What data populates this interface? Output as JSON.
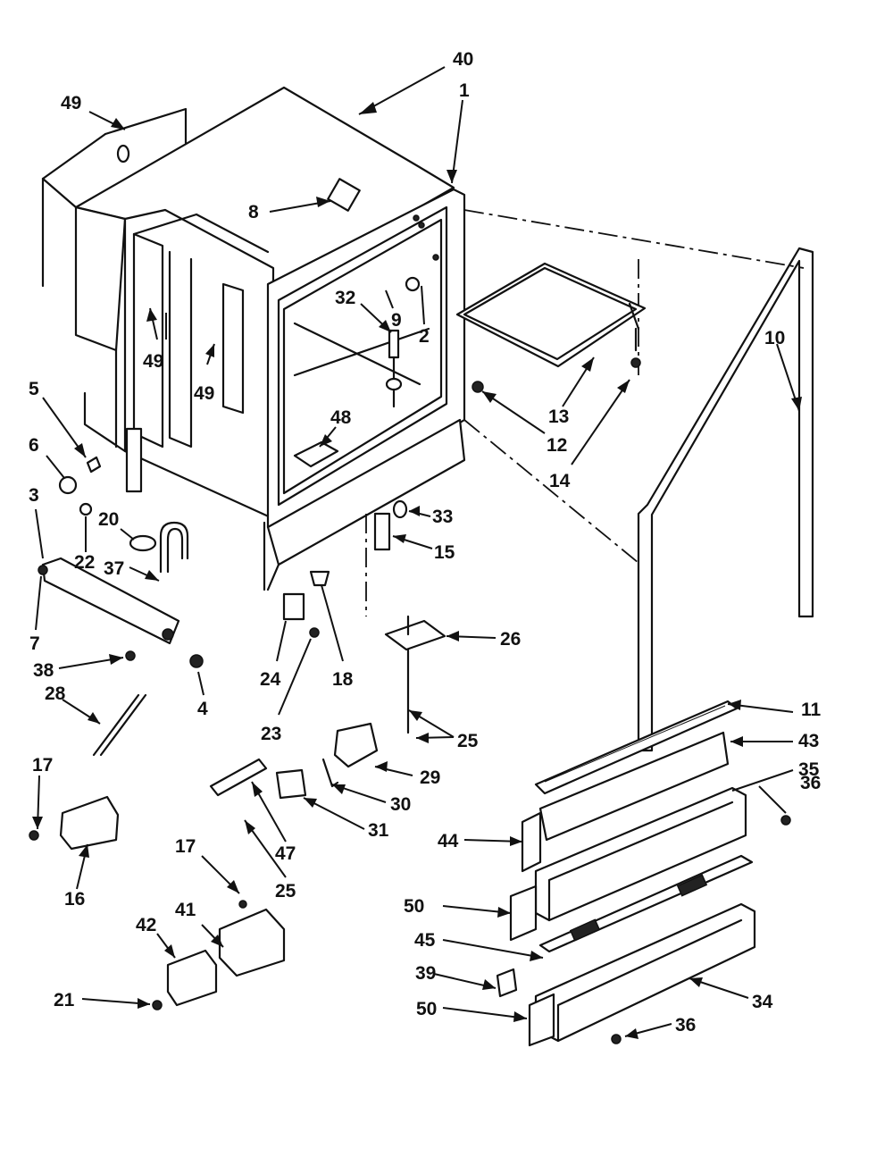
{
  "diagram": {
    "type": "exploded-parts-diagram",
    "callouts": [
      {
        "id": "c40",
        "label": "40"
      },
      {
        "id": "c1",
        "label": "1"
      },
      {
        "id": "c49a",
        "label": "49"
      },
      {
        "id": "c8",
        "label": "8"
      },
      {
        "id": "c32",
        "label": "32"
      },
      {
        "id": "c9",
        "label": "9"
      },
      {
        "id": "c2",
        "label": "2"
      },
      {
        "id": "c10",
        "label": "10"
      },
      {
        "id": "c49b",
        "label": "49"
      },
      {
        "id": "c49c",
        "label": "49"
      },
      {
        "id": "c5",
        "label": "5"
      },
      {
        "id": "c6",
        "label": "6"
      },
      {
        "id": "c48",
        "label": "48"
      },
      {
        "id": "c13",
        "label": "13"
      },
      {
        "id": "c12",
        "label": "12"
      },
      {
        "id": "c14",
        "label": "14"
      },
      {
        "id": "c3",
        "label": "3"
      },
      {
        "id": "c20",
        "label": "20"
      },
      {
        "id": "c22",
        "label": "22"
      },
      {
        "id": "c37",
        "label": "37"
      },
      {
        "id": "c33",
        "label": "33"
      },
      {
        "id": "c15",
        "label": "15"
      },
      {
        "id": "c7",
        "label": "7"
      },
      {
        "id": "c38",
        "label": "38"
      },
      {
        "id": "c28",
        "label": "28"
      },
      {
        "id": "c4",
        "label": "4"
      },
      {
        "id": "c24",
        "label": "24"
      },
      {
        "id": "c18",
        "label": "18"
      },
      {
        "id": "c23",
        "label": "23"
      },
      {
        "id": "c26",
        "label": "26"
      },
      {
        "id": "c25a",
        "label": "25"
      },
      {
        "id": "c11",
        "label": "11"
      },
      {
        "id": "c43",
        "label": "43"
      },
      {
        "id": "c35",
        "label": "35"
      },
      {
        "id": "c36a",
        "label": "36"
      },
      {
        "id": "c17a",
        "label": "17"
      },
      {
        "id": "c29",
        "label": "29"
      },
      {
        "id": "c30",
        "label": "30"
      },
      {
        "id": "c31",
        "label": "31"
      },
      {
        "id": "c16",
        "label": "16"
      },
      {
        "id": "c47",
        "label": "47"
      },
      {
        "id": "c44",
        "label": "44"
      },
      {
        "id": "c25b",
        "label": "25"
      },
      {
        "id": "c17b",
        "label": "17"
      },
      {
        "id": "c41",
        "label": "41"
      },
      {
        "id": "c42",
        "label": "42"
      },
      {
        "id": "c50a",
        "label": "50"
      },
      {
        "id": "c45",
        "label": "45"
      },
      {
        "id": "c39",
        "label": "39"
      },
      {
        "id": "c21",
        "label": "21"
      },
      {
        "id": "c50b",
        "label": "50"
      },
      {
        "id": "c34",
        "label": "34"
      },
      {
        "id": "c36b",
        "label": "36"
      }
    ]
  }
}
